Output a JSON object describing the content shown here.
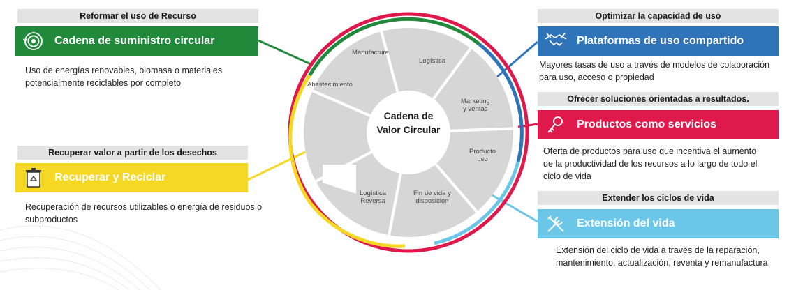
{
  "center_title": [
    "Cadena de",
    "Valor Circular"
  ],
  "segments": [
    {
      "label": [
        "Manufactura"
      ]
    },
    {
      "label": [
        "Logística"
      ]
    },
    {
      "label": [
        "Marketing",
        "y ventas"
      ]
    },
    {
      "label": [
        "Producto",
        "uso"
      ]
    },
    {
      "label": [
        "Fin de vida y",
        "disposición"
      ]
    },
    {
      "label": [
        "Logística",
        "Reversa"
      ]
    },
    {
      "label": [
        "Abastecimiento"
      ]
    }
  ],
  "panels": {
    "supply": {
      "category": "Reformar el uso de Recurso",
      "title": "Cadena de suministro circular",
      "icon": "recycle-target-icon",
      "color": "#21893a",
      "desc": [
        "Uso de energías renovables, biomasa o materiales",
        "potencialmente reciclables por completo"
      ]
    },
    "recover": {
      "category": "Recuperar valor a partir de los desechos",
      "title": "Recuperar y Reciclar",
      "icon": "recycle-bin-icon",
      "color": "#f5d823",
      "desc": [
        "Recuperación de recursos utilizables o energía de residuos o",
        "subproductos"
      ]
    },
    "sharing": {
      "category": "Optimizar la capacidad de uso",
      "title": "Plataformas de uso compartido",
      "icon": "handshake-icon",
      "color": "#2f73b9",
      "desc": [
        "Mayores tasas de uso a través de modelos de colaboración",
        "para uso, acceso o propiedad"
      ]
    },
    "service": {
      "category": "Ofrecer soluciones orientadas a resultados.",
      "title": "Productos como servicios",
      "icon": "keys-icon",
      "color": "#e0194c",
      "desc": [
        "Oferta de productos para uso que incentiva el aumento",
        "de la productividad de los recursos a lo largo de todo el",
        "ciclo de vida"
      ]
    },
    "extend": {
      "category": "Extender los ciclos de vida",
      "title": "Extensión del vida",
      "icon": "tools-icon",
      "color": "#6cc6e8",
      "desc": [
        "Extensión del ciclo de vida a través de la reparación,",
        "mantenimiento, actualización, reventa y remanufactura"
      ]
    }
  }
}
